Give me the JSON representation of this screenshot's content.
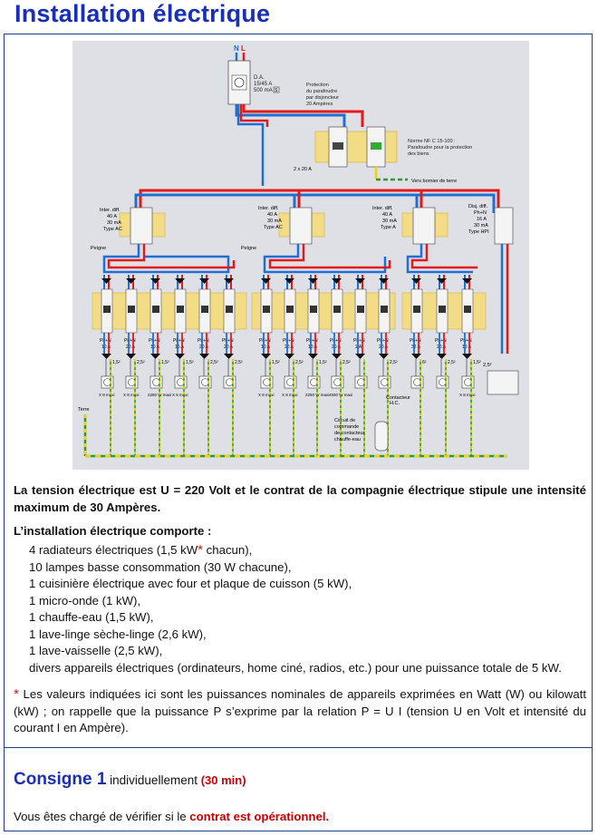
{
  "header": {
    "title": "Installation électrique"
  },
  "diagram": {
    "top_labels": {
      "N": "N",
      "L": "L"
    },
    "da_label": [
      "D.A.",
      "15/45 A",
      "500 mA"
    ],
    "da_s": "S",
    "protection": [
      "Protection",
      "du parafoudre",
      "par disjoncteur",
      "20 Ampères"
    ],
    "norme": [
      "Norme NF C 15-100 :",
      "Parafoudre pour la protection",
      "des biens"
    ],
    "surge_breaker": "2 x 20 A",
    "terre_borne": "Vers bornier de terre",
    "inter1": [
      "Inter. diff.",
      "40 A",
      "30 mA",
      "Type AC"
    ],
    "inter2": [
      "Inter. diff.",
      "40 A",
      "30 mA",
      "Type AC"
    ],
    "inter3": [
      "Inter. diff.",
      "40 A",
      "30 mA",
      "Type A"
    ],
    "disj": [
      "Disj. diff.",
      "Ph+N",
      "16 A",
      "30 mA",
      "Type HPI"
    ],
    "peigne": "Peigne",
    "ph_n": "Ph+N",
    "breakers_g1": [
      "10 A",
      "20 A",
      "10 A",
      "16 A",
      "20 A",
      "20 A"
    ],
    "breakers_g2": [
      "10 A",
      "20 A",
      "10 A",
      "20 A",
      "2 A",
      "20 A"
    ],
    "breakers_g3": [
      "32 A",
      "20 A",
      "10 A"
    ],
    "wire_sizes_g1": [
      "1,5²",
      "2,5²",
      "1,5²",
      "1,5²",
      "2,5²",
      "2,5²"
    ],
    "wire_sizes_g2": [
      "1,5²",
      "2,5²",
      "1,5²",
      "2,5²",
      "",
      "2,5²"
    ],
    "wire_sizes_g3": [
      "6²",
      "2,5²",
      "1,5²"
    ],
    "wire_size_last": "2,5²",
    "loads_g1": [
      "X 8 maxi",
      "X 8 maxi",
      "2250 W maxi",
      "X 5 maxi"
    ],
    "loads_g2": [
      "X 8 maxi",
      "X 8 maxi",
      "2250 W maxi",
      "4500 W maxi"
    ],
    "load_g3_last": "X 8 maxi",
    "terre": "Terre",
    "contacteur": [
      "Contacteur",
      "H.C."
    ],
    "circuit": [
      "Circuit de",
      "commande",
      "de contacteur",
      "chauffe-eau"
    ]
  },
  "intro": "La tension électrique est U = 220 Volt et le contrat de la compagnie électrique stipule une intensité maximum de 30 Ampères.",
  "list": {
    "heading": "L’installation électrique comporte :",
    "item1_before": "4 radiateurs électriques (1,5 kW",
    "item1_star": "*",
    "item1_after": " chacun),",
    "items": [
      "10 lampes basse consommation (30 W chacune),",
      "1 cuisinière électrique avec four et plaque de cuisson (5 kW),",
      "1 micro-onde (1 kW),",
      "1 chauffe-eau (1,5 kW),",
      "1 lave-linge sèche-linge (2,6 kW),",
      "1 lave-vaisselle (2,5 kW),",
      "divers appareils électriques (ordinateurs, home ciné, radios, etc.) pour une puissance totale de 5 kW."
    ]
  },
  "note": {
    "star": "*",
    "text": " Les valeurs indiquées ici sont les puissances nominales de appareils exprimées en Watt (W) ou kilowatt (kW) ; on rappelle que la puissance P s’exprime par la relation P = U I (tension U en Volt et intensité du courant I en Ampère)."
  },
  "consigne": {
    "title": "Consigne 1",
    "subtitle": " individuellement ",
    "time": "(30 min)"
  },
  "task": {
    "before": "Vous êtes chargé de vérifier si le ",
    "highlight": "contrat est opérationnel."
  },
  "colors": {
    "title": "#1a2fb8",
    "accent_red": "#c00",
    "phase": "#e21a1a",
    "neutral": "#1f6fd6",
    "earth_green": "#2f9a2f",
    "earth_yellow": "#f1d400",
    "rail": "#f3dc86"
  }
}
